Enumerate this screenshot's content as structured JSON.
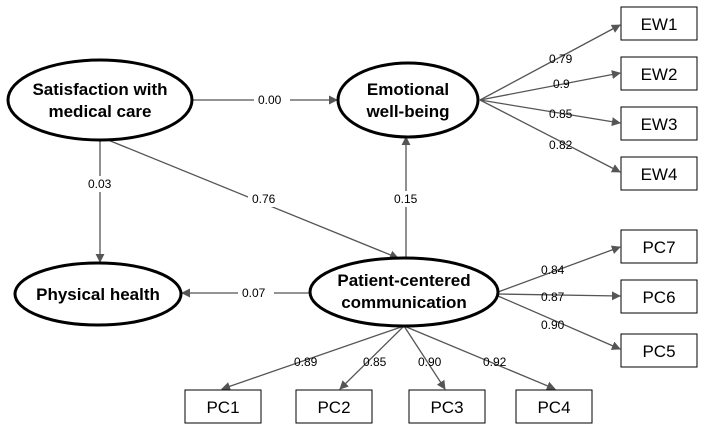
{
  "latent": {
    "satisfaction": [
      "Satisfaction with",
      "medical care"
    ],
    "emotional": [
      "Emotional",
      "well-being"
    ],
    "physical": [
      "Physical health"
    ],
    "pcc": [
      "Patient-centered",
      "communication"
    ]
  },
  "indicators": {
    "ew1": "EW1",
    "ew2": "EW2",
    "ew3": "EW3",
    "ew4": "EW4",
    "pc7": "PC7",
    "pc6": "PC6",
    "pc5": "PC5",
    "pc1": "PC1",
    "pc2": "PC2",
    "pc3": "PC3",
    "pc4": "PC4"
  },
  "paths": {
    "sat_to_emo": "0.00",
    "sat_to_phys": "0.03",
    "sat_to_pcc": "0.76",
    "pcc_to_emo": "0.15",
    "pcc_to_phys": "0.07"
  },
  "loadings": {
    "ew1": "0.79",
    "ew2": "0.9",
    "ew3": "0.85",
    "ew4": "0.82",
    "pc7": "0.84",
    "pc6": "0.87",
    "pc5": "0.90",
    "pc1": "0.89",
    "pc2": "0.85",
    "pc3": "0.90",
    "pc4": "0.92"
  }
}
